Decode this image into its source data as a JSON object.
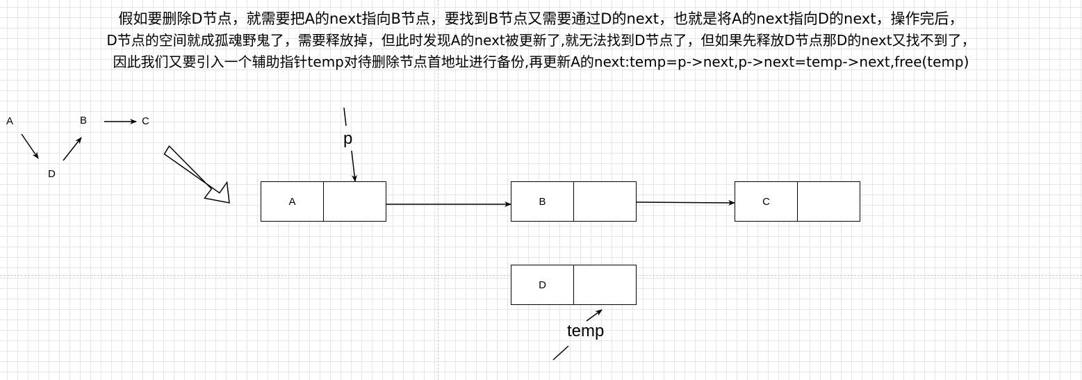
{
  "description": {
    "line1": "假如要删除D节点，就需要把A的next指向B节点，要找到B节点又需要通过D的next，也就是将A的next指向D的next，操作完后，",
    "line2": "D节点的空间就成孤魂野鬼了，需要释放掉，但此时发现A的next被更新了,就无法找到D节点了，但如果先释放D节点那D的next又找不到了，",
    "line3": "因此我们又要引入一个辅助指针temp对待删除节点首地址进行备份,再更新A的next:temp=p->next,p->next=temp->next,free(temp)"
  },
  "overview": {
    "label_a": "A",
    "label_d": "D",
    "label_b": "B",
    "label_c": "C"
  },
  "nodes": {
    "a": "A",
    "b": "B",
    "c": "C",
    "d": "D"
  },
  "pointers": {
    "p": "p",
    "temp": "temp"
  }
}
